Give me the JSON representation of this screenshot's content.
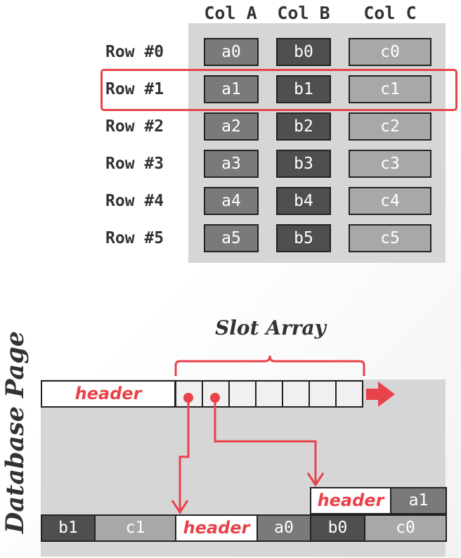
{
  "table": {
    "columns": [
      "Col A",
      "Col B",
      "Col C"
    ],
    "rows": [
      {
        "label": "Row #0",
        "a": "a0",
        "b": "b0",
        "c": "c0"
      },
      {
        "label": "Row #1",
        "a": "a1",
        "b": "b1",
        "c": "c1"
      },
      {
        "label": "Row #2",
        "a": "a2",
        "b": "b2",
        "c": "c2"
      },
      {
        "label": "Row #3",
        "a": "a3",
        "b": "b3",
        "c": "c3"
      },
      {
        "label": "Row #4",
        "a": "a4",
        "b": "b4",
        "c": "c4"
      },
      {
        "label": "Row #5",
        "a": "a5",
        "b": "b5",
        "c": "c5"
      }
    ],
    "highlighted_row": "Row #1"
  },
  "page": {
    "label": "Database Page",
    "slot_array_label": "Slot Array",
    "header_label": "header",
    "slot_count": 7,
    "upper_tuple": [
      "header",
      "a1"
    ],
    "lower_tuples": [
      "b1",
      "c1",
      "header",
      "a0",
      "b0",
      "c0"
    ]
  },
  "colors": {
    "accent": "#e8424a",
    "col_a": "#7a7a7a",
    "col_b": "#4f4f4f",
    "col_c": "#a8a8a8",
    "panel": "#d6d6d6"
  }
}
